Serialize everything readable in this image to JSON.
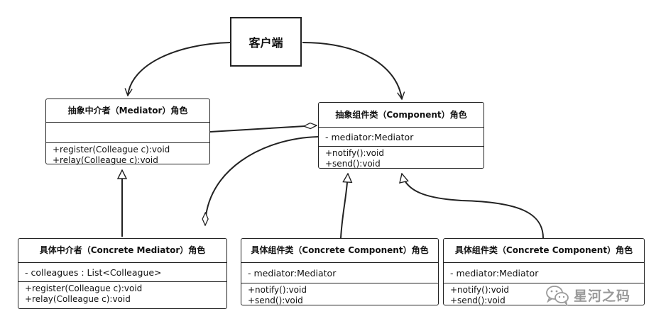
{
  "client": {
    "label": "客户端"
  },
  "abstract_mediator": {
    "title": "抽象中介者（Mediator）角色",
    "attributes": [],
    "operations": [
      "+register(Colleague c):void",
      "+relay(Colleague c):void"
    ]
  },
  "abstract_component": {
    "title": "抽象组件类（Component）角色",
    "attributes": [
      "- mediator:Mediator"
    ],
    "operations": [
      "+notify():void",
      "+send():void"
    ]
  },
  "concrete_mediator": {
    "title": "具体中介者（Concrete Mediator）角色",
    "attributes": [
      "- colleagues : List<Colleague>"
    ],
    "operations": [
      "+register(Colleague c):void",
      "+relay(Colleague c):void"
    ]
  },
  "concrete_component_1": {
    "title": "具体组件类（Concrete Component）角色",
    "attributes": [
      "- mediator:Mediator"
    ],
    "operations": [
      "+notify():void",
      "+send():void"
    ]
  },
  "concrete_component_2": {
    "title": "具体组件类（Concrete Component）角色",
    "attributes": [
      "- mediator:Mediator"
    ],
    "operations": [
      "+notify():void",
      "+send():void"
    ]
  },
  "watermark": {
    "text": "星河之码",
    "icon": "wechat-icon"
  }
}
